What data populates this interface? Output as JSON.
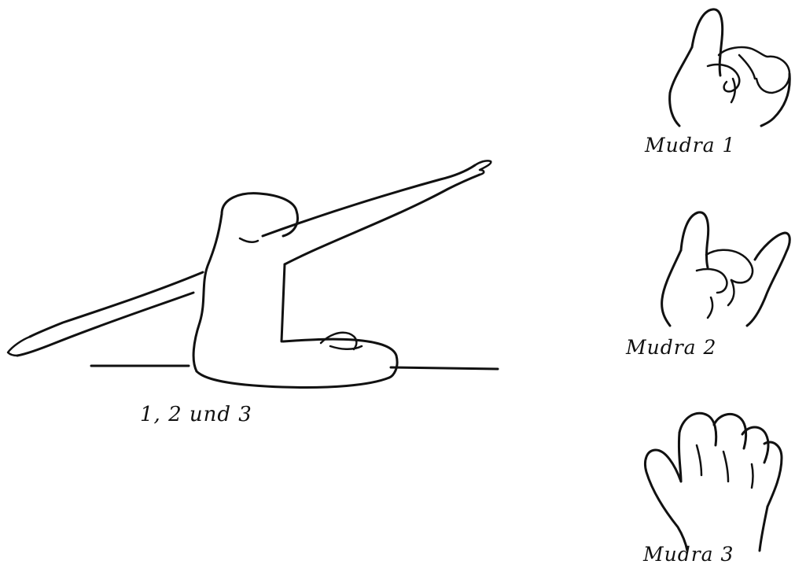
{
  "figure": {
    "main_caption": "1, 2 und 3",
    "mudras": [
      {
        "caption": "Mudra 1"
      },
      {
        "caption": "Mudra 2"
      },
      {
        "caption": "Mudra 3"
      }
    ]
  }
}
